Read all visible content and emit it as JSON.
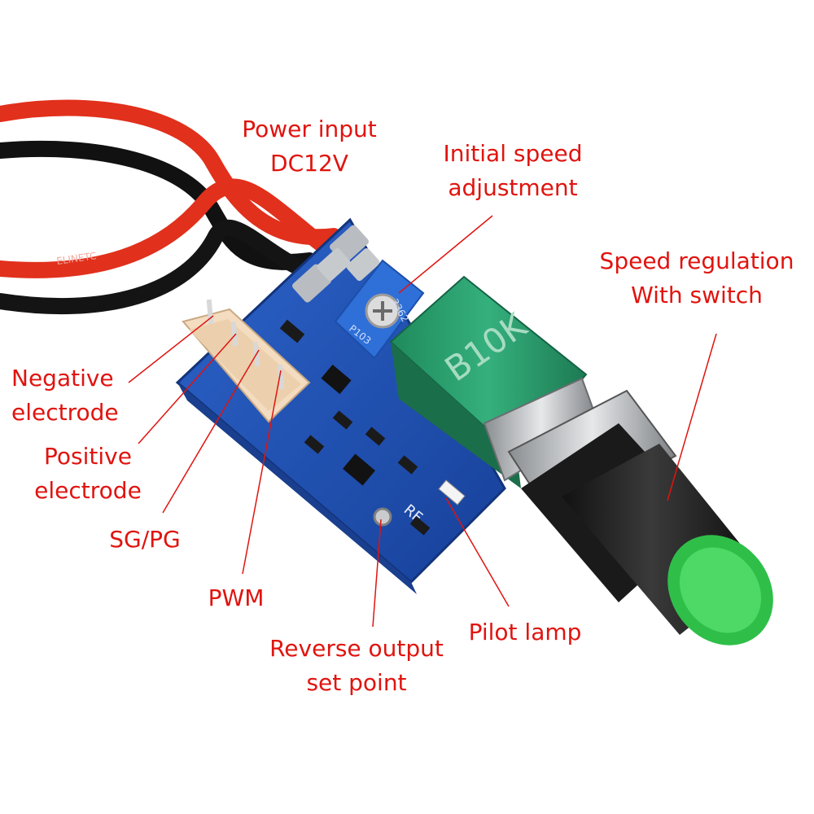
{
  "labels": {
    "power_input": {
      "line1": "Power input",
      "line2": "DC12V"
    },
    "initial_speed": {
      "line1": "Initial speed",
      "line2": "adjustment"
    },
    "speed_regulation": {
      "line1": "Speed regulation",
      "line2": "With switch"
    },
    "negative": {
      "line1": "Negative",
      "line2": "electrode"
    },
    "positive": {
      "line1": "Positive",
      "line2": "electrode"
    },
    "sg_pg": {
      "line1": "SG/PG"
    },
    "pwm": {
      "line1": "PWM"
    },
    "reverse_output": {
      "line1": "Reverse output",
      "line2": "set point"
    },
    "pilot_lamp": {
      "line1": "Pilot lamp"
    }
  },
  "component_markings": {
    "pot_marking": "B10K",
    "trimmer_code": "3362",
    "trimmer_value": "P103",
    "board_marking": "RF",
    "wire_print": "ELINETC"
  },
  "colors": {
    "annotation": "#e0140f",
    "pcb": "#1f4fb0",
    "knob_cap": "#3fcf5a",
    "pot_body": "#2a9e6e"
  }
}
